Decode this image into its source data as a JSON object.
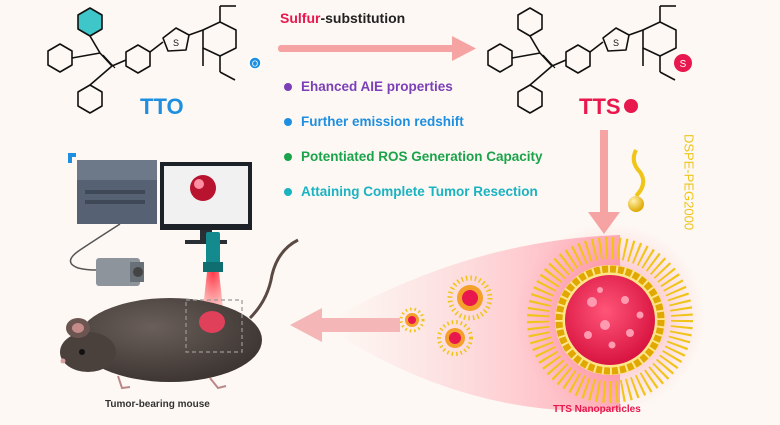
{
  "header": {
    "title_highlight": "Sulfur",
    "title_rest": "-substitution"
  },
  "molecules": {
    "left_name": "TTO",
    "left_atom": "O",
    "left_thiophene_atom": "S",
    "right_name": "TTS",
    "right_atom": "S",
    "right_thiophene_atom": "S"
  },
  "properties": [
    {
      "text": "Ehanced AIE properties",
      "color": "#7b3fb8"
    },
    {
      "text": "Further emission redshift",
      "color": "#1e8fe0"
    },
    {
      "text": "Potentiated ROS Generation Capacity",
      "color": "#1aa34a"
    },
    {
      "text": "Attaining Complete Tumor Resection",
      "color": "#19b3c2"
    }
  ],
  "polymer_label": "DSPE-PEG2000",
  "captions": {
    "mouse": "Tumor-bearing mouse",
    "nanoparticles": "TTS Nanoparticles"
  },
  "colors": {
    "tto_blue": "#1e8fe0",
    "tts_red": "#e8174d",
    "arrow_pink": "#f6a3a3",
    "peg_yellow": "#f0c419"
  }
}
